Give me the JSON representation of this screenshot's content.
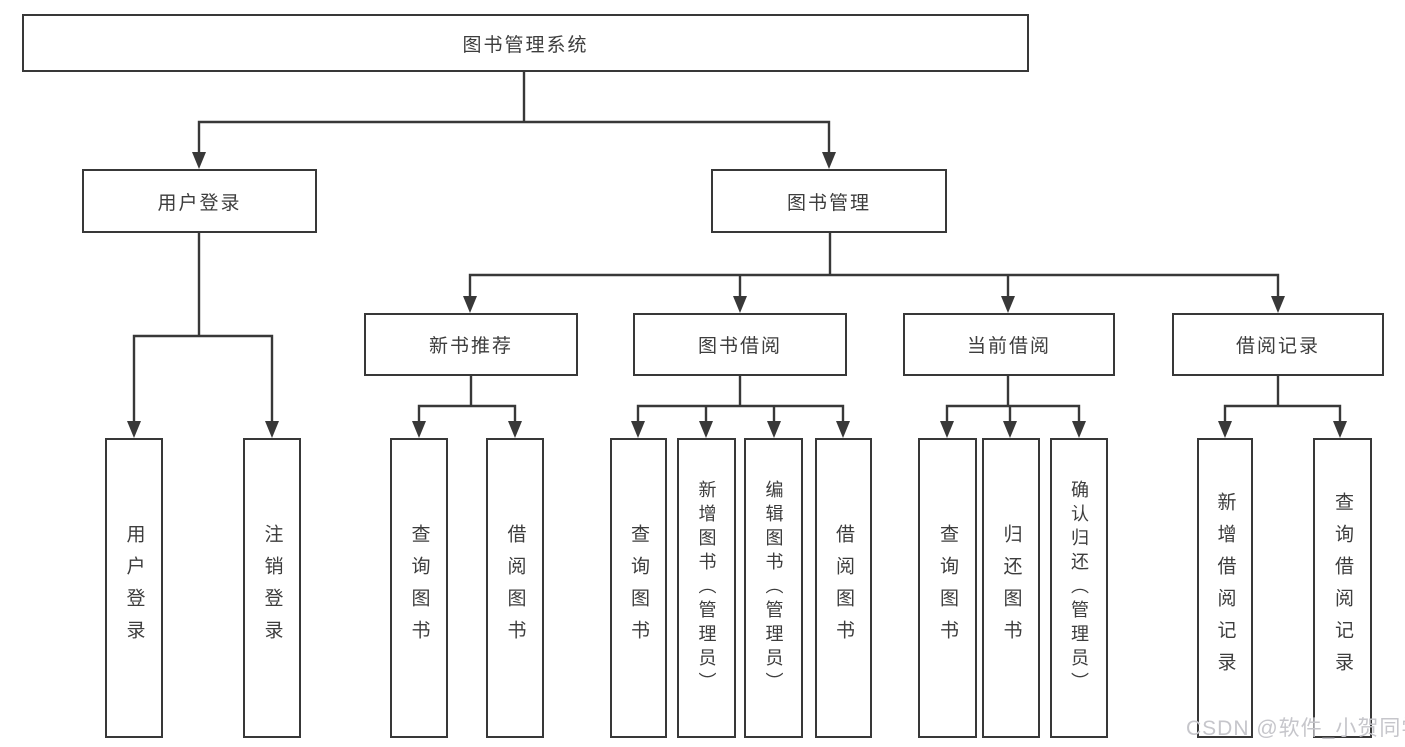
{
  "diagram": {
    "type": "org-tree",
    "colors": {
      "line": "#383838",
      "text": "#3d3d3d",
      "box_background": "#ffffff",
      "watermark": "#c6c6cb"
    },
    "root": {
      "label": "图书管理系统"
    },
    "branches": [
      {
        "label": "用户登录",
        "children": [
          {
            "label": "用户登录"
          },
          {
            "label": "注销登录"
          }
        ]
      },
      {
        "label": "图书管理",
        "children": [
          {
            "label": "新书推荐",
            "children": [
              {
                "label": "查询图书"
              },
              {
                "label": "借阅图书"
              }
            ]
          },
          {
            "label": "图书借阅",
            "children": [
              {
                "label": "查询图书"
              },
              {
                "label": "新增图书（管理员）"
              },
              {
                "label": "编辑图书（管理员）"
              },
              {
                "label": "借阅图书"
              }
            ]
          },
          {
            "label": "当前借阅",
            "children": [
              {
                "label": "查询图书"
              },
              {
                "label": "归还图书"
              },
              {
                "label": "确认归还（管理员）"
              }
            ]
          },
          {
            "label": "借阅记录",
            "children": [
              {
                "label": "新增借阅记录"
              },
              {
                "label": "查询借阅记录"
              }
            ]
          }
        ]
      }
    ],
    "watermark": "CSDN @软件_小贺同学"
  }
}
